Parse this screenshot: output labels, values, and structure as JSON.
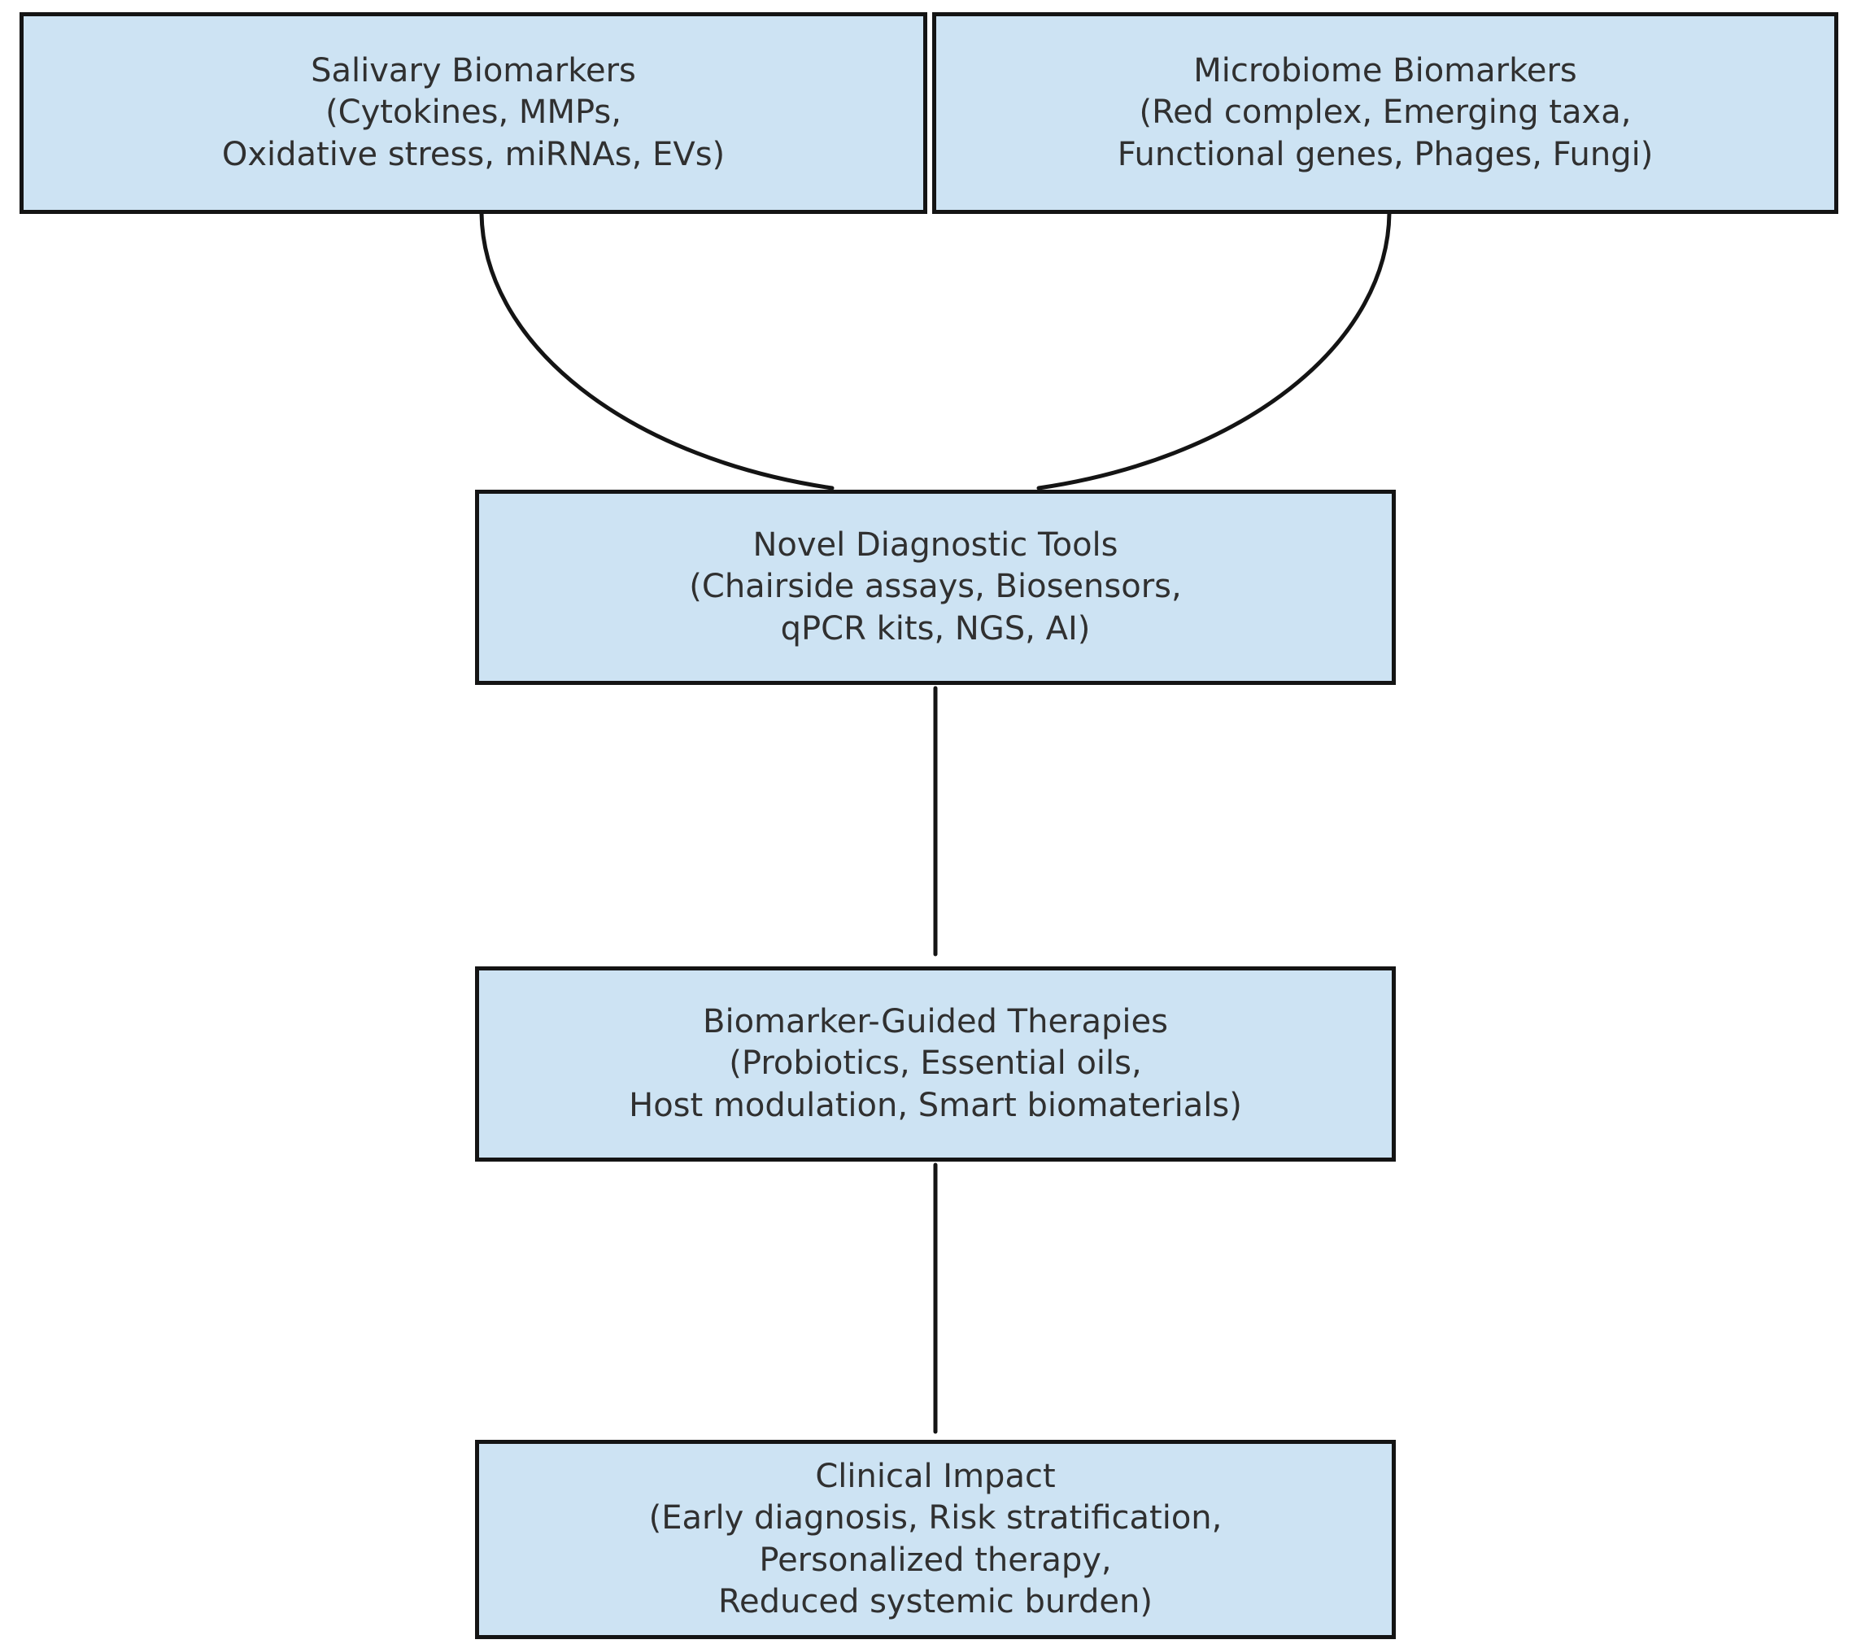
{
  "colors": {
    "background": "#ffffff",
    "box_fill": "#cde3f3",
    "box_border": "#141414",
    "connector": "#141414",
    "text": "#303030"
  },
  "nodes": {
    "salivary": {
      "lines": [
        "Salivary Biomarkers",
        "(Cytokines, MMPs,",
        "Oxidative stress, miRNAs, EVs)"
      ]
    },
    "microbiome": {
      "lines": [
        "Microbiome Biomarkers",
        "(Red complex, Emerging taxa,",
        "Functional genes, Phages, Fungi)"
      ]
    },
    "diagnostics": {
      "lines": [
        "Novel Diagnostic Tools",
        "(Chairside assays, Biosensors,",
        "qPCR kits, NGS, AI)"
      ]
    },
    "therapies": {
      "lines": [
        "Biomarker-Guided Therapies",
        "(Probiotics, Essential oils,",
        "Host modulation, Smart biomaterials)"
      ]
    },
    "impact": {
      "lines": [
        "Clinical Impact",
        "(Early diagnosis, Risk stratification,",
        "Personalized therapy,",
        "Reduced systemic burden)"
      ]
    }
  }
}
